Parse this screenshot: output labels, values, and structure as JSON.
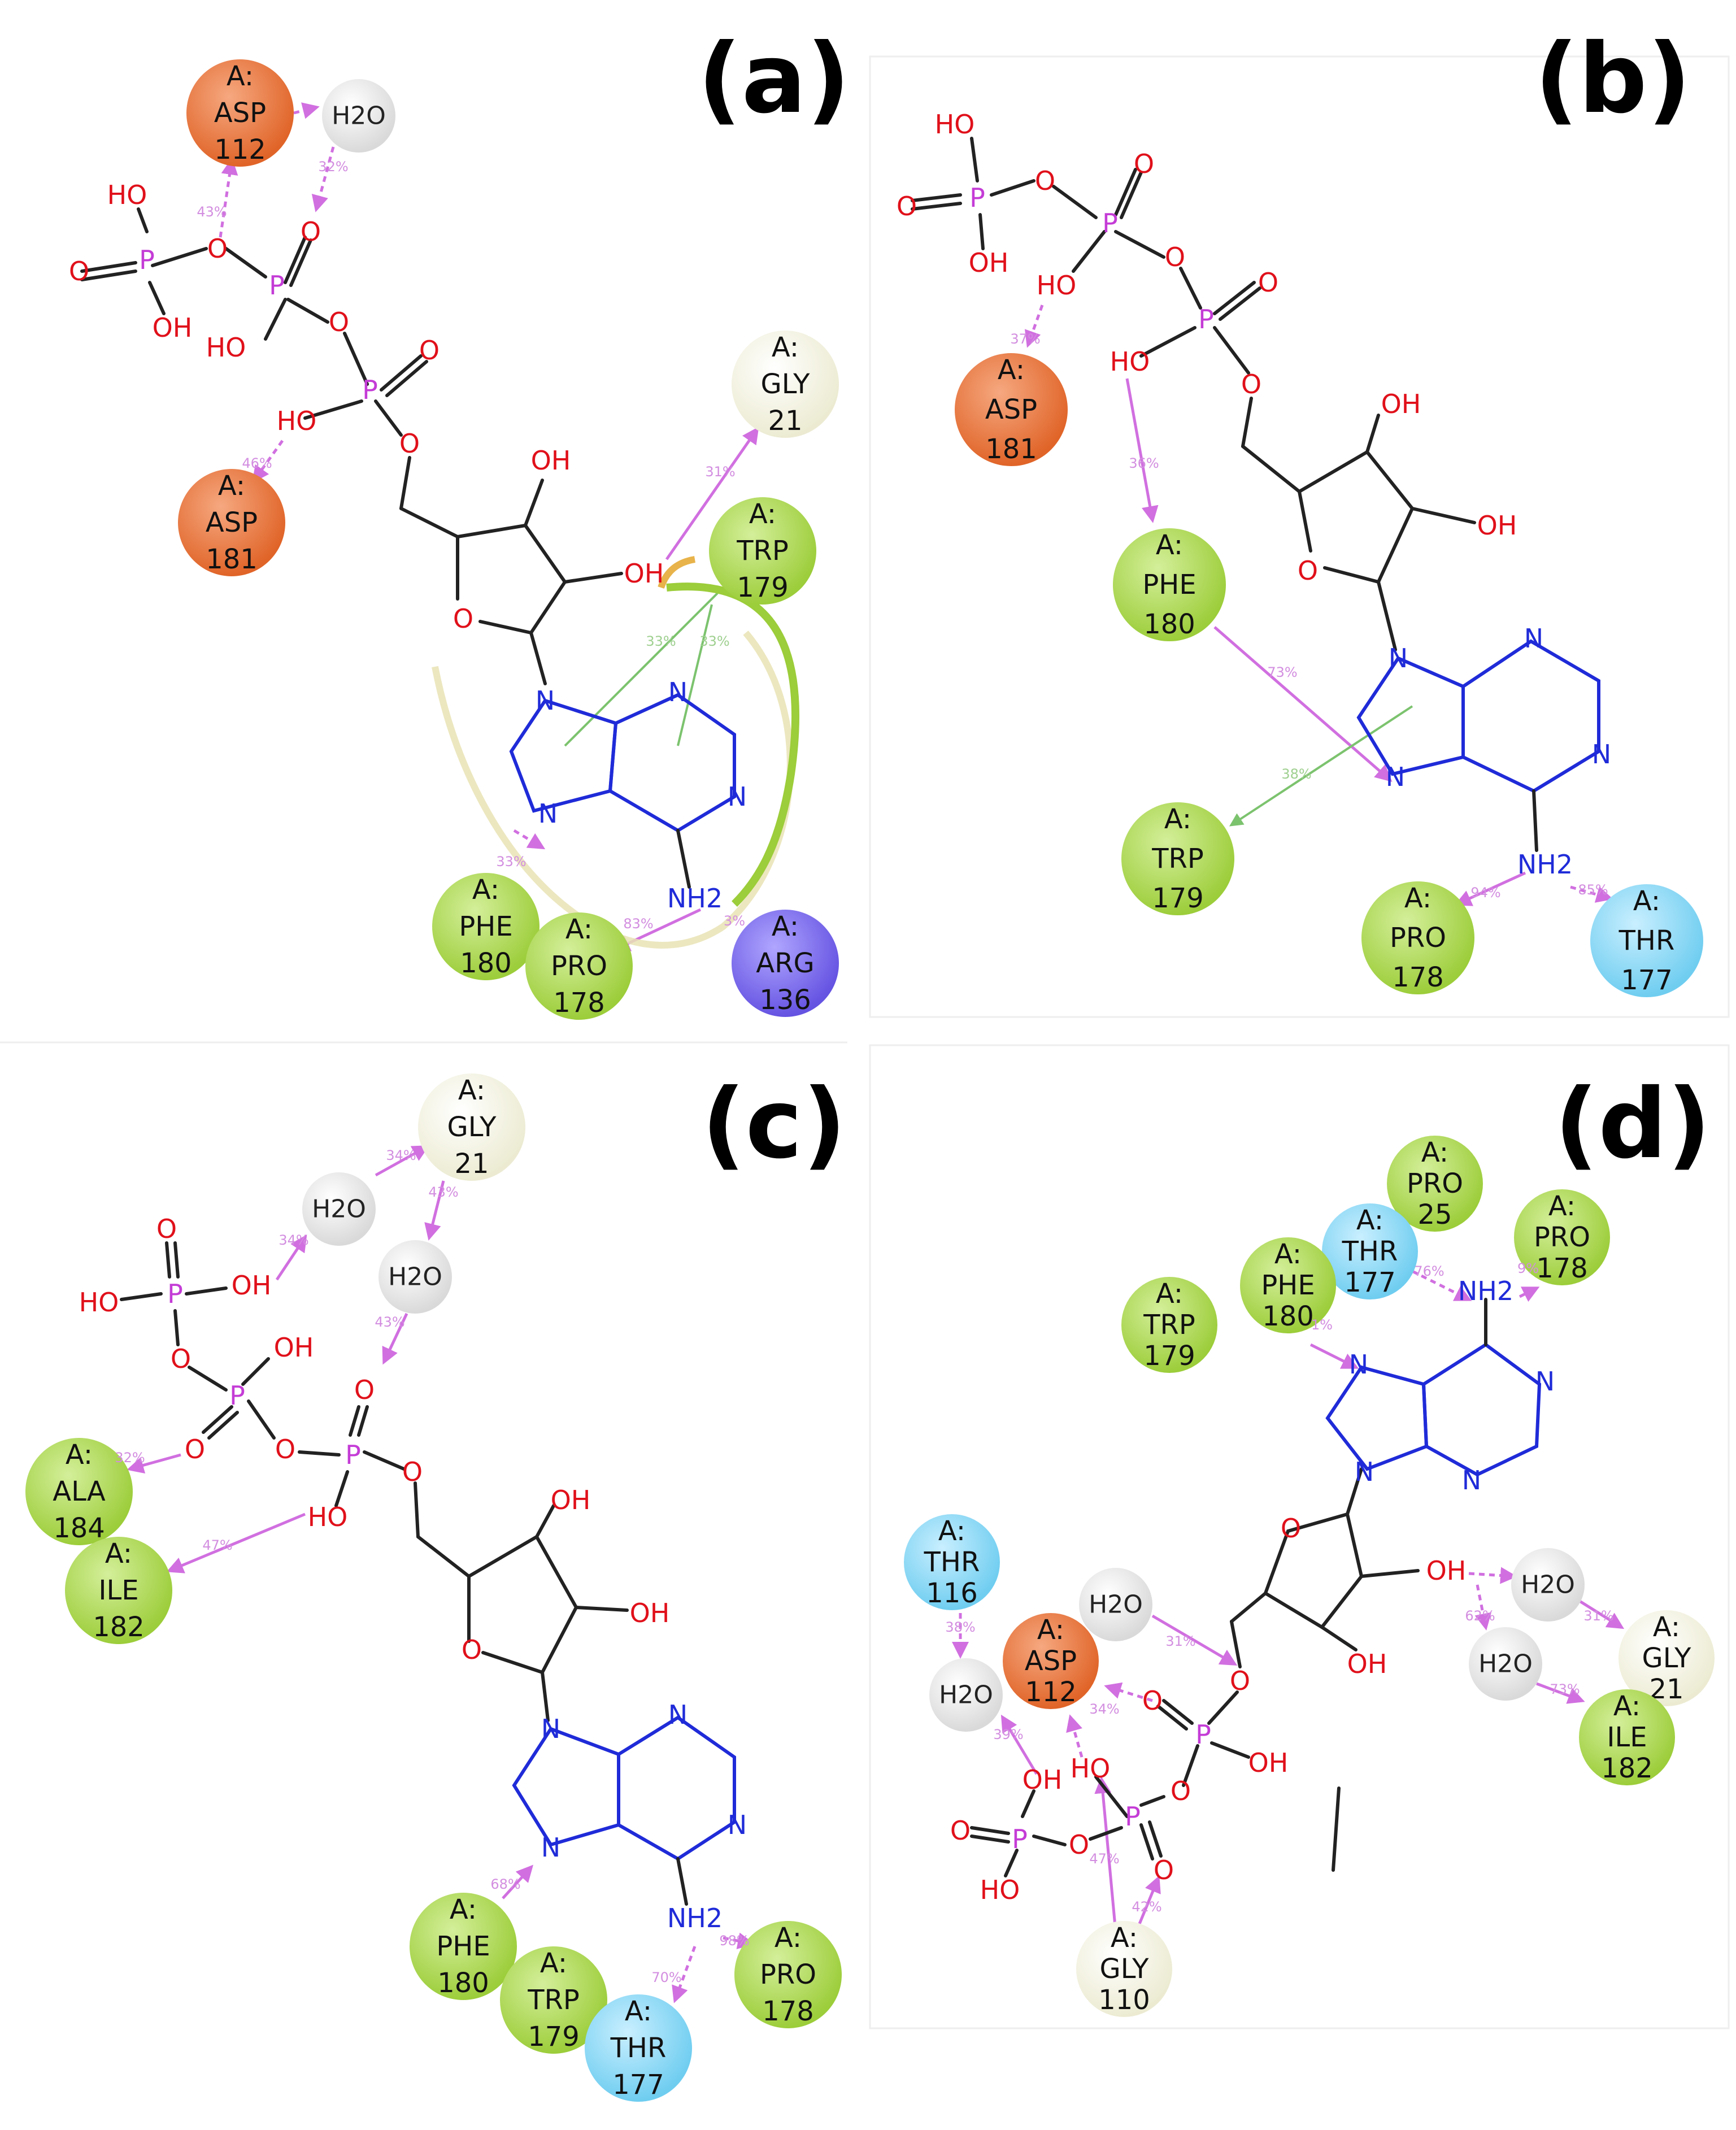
{
  "figure": {
    "colors": {
      "acidic": "#e36a2e",
      "hydrophobic": "#a4d443",
      "polar": "#7ed3f2",
      "basic": "#6f5be6",
      "glycine": "#f1f1df",
      "water": "#e4e4e4",
      "oxygen": "#e0101a",
      "nitrogen": "#1f2bd8",
      "phosphorus": "#c43cd6",
      "hbond": "#d16fe0",
      "pi_stack": "#7cc36e"
    },
    "atoms": {
      "O": "O",
      "OH": "OH",
      "HO": "HO",
      "P": "P",
      "N": "N",
      "NH2": "NH2",
      "H2O": "H2O"
    },
    "panels": [
      {
        "label": "(a)",
        "residues": [
          {
            "chain": "A:",
            "name": "ASP",
            "num": "112",
            "type": "acidic"
          },
          {
            "chain": "A:",
            "name": "ASP",
            "num": "181",
            "type": "acidic"
          },
          {
            "chain": "A:",
            "name": "GLY",
            "num": "21",
            "type": "glycine"
          },
          {
            "chain": "A:",
            "name": "TRP",
            "num": "179",
            "type": "hydrophobic"
          },
          {
            "chain": "A:",
            "name": "PHE",
            "num": "180",
            "type": "hydrophobic"
          },
          {
            "chain": "A:",
            "name": "PRO",
            "num": "178",
            "type": "hydrophobic"
          },
          {
            "chain": "A:",
            "name": "ARG",
            "num": "136",
            "type": "basic"
          }
        ],
        "percentages": [
          "43%",
          "32%",
          "46%",
          "31%",
          "33%",
          "33%",
          "33%",
          "83%",
          "3%"
        ]
      },
      {
        "label": "(b)",
        "residues": [
          {
            "chain": "A:",
            "name": "ASP",
            "num": "181",
            "type": "acidic"
          },
          {
            "chain": "A:",
            "name": "PHE",
            "num": "180",
            "type": "hydrophobic"
          },
          {
            "chain": "A:",
            "name": "TRP",
            "num": "179",
            "type": "hydrophobic"
          },
          {
            "chain": "A:",
            "name": "PRO",
            "num": "178",
            "type": "hydrophobic"
          },
          {
            "chain": "A:",
            "name": "THR",
            "num": "177",
            "type": "polar"
          }
        ],
        "percentages": [
          "37%",
          "36%",
          "73%",
          "38%",
          "94%",
          "85%"
        ]
      },
      {
        "label": "(c)",
        "residues": [
          {
            "chain": "A:",
            "name": "GLY",
            "num": "21",
            "type": "glycine"
          },
          {
            "chain": "A:",
            "name": "ALA",
            "num": "184",
            "type": "hydrophobic"
          },
          {
            "chain": "A:",
            "name": "ILE",
            "num": "182",
            "type": "hydrophobic"
          },
          {
            "chain": "A:",
            "name": "PHE",
            "num": "180",
            "type": "hydrophobic"
          },
          {
            "chain": "A:",
            "name": "TRP",
            "num": "179",
            "type": "hydrophobic"
          },
          {
            "chain": "A:",
            "name": "THR",
            "num": "177",
            "type": "polar"
          },
          {
            "chain": "A:",
            "name": "PRO",
            "num": "178",
            "type": "hydrophobic"
          }
        ],
        "percentages": [
          "34%",
          "34%",
          "43%",
          "43%",
          "32%",
          "47%",
          "68%",
          "70%",
          "98%"
        ]
      },
      {
        "label": "(d)",
        "residues": [
          {
            "chain": "A:",
            "name": "PRO",
            "num": "25",
            "type": "hydrophobic"
          },
          {
            "chain": "A:",
            "name": "THR",
            "num": "177",
            "type": "polar"
          },
          {
            "chain": "A:",
            "name": "PRO",
            "num": "178",
            "type": "hydrophobic"
          },
          {
            "chain": "A:",
            "name": "PHE",
            "num": "180",
            "type": "hydrophobic"
          },
          {
            "chain": "A:",
            "name": "TRP",
            "num": "179",
            "type": "hydrophobic"
          },
          {
            "chain": "A:",
            "name": "THR",
            "num": "116",
            "type": "polar"
          },
          {
            "chain": "A:",
            "name": "ASP",
            "num": "112",
            "type": "acidic"
          },
          {
            "chain": "A:",
            "name": "GLY",
            "num": "21",
            "type": "glycine"
          },
          {
            "chain": "A:",
            "name": "ILE",
            "num": "182",
            "type": "hydrophobic"
          },
          {
            "chain": "A:",
            "name": "GLY",
            "num": "110",
            "type": "glycine"
          }
        ],
        "percentages": [
          "76%",
          "9%",
          "1%",
          "31%",
          "62%",
          "31%",
          "73%",
          "38%",
          "39%",
          "34%",
          "42%",
          "47%"
        ]
      }
    ]
  }
}
